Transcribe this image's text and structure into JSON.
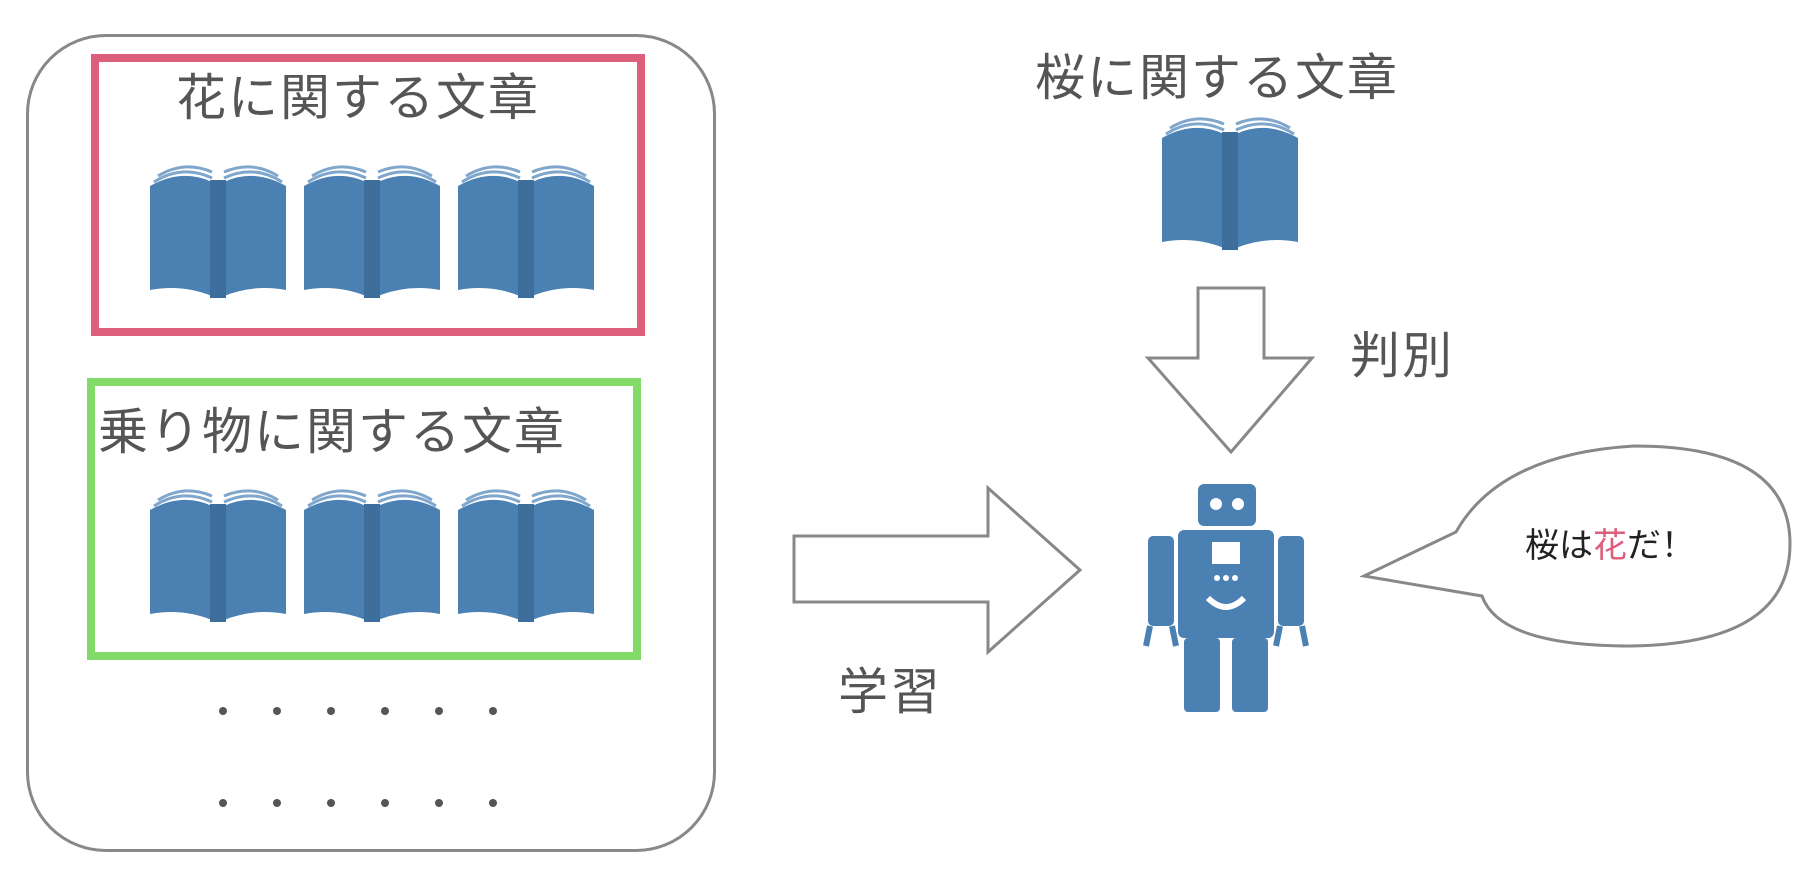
{
  "training_data": {
    "flower_group_label": "花に関する文章",
    "vehicle_group_label": "乗り物に関する文章"
  },
  "input": {
    "target_label": "桜に関する文章"
  },
  "arrows": {
    "judge_label": "判別",
    "learn_label": "学習"
  },
  "speech_bubble": {
    "text_part1": "桜は",
    "text_highlight": "花",
    "text_part2": "だ！"
  },
  "icons": [
    "book-icon",
    "robot-icon"
  ],
  "colors": {
    "flower_border": "#dd5f7b",
    "vehicle_border": "#82db68",
    "book_blue": "#4a80b2",
    "outline_gray": "#888888",
    "highlight_pink": "#dd5f7b"
  }
}
